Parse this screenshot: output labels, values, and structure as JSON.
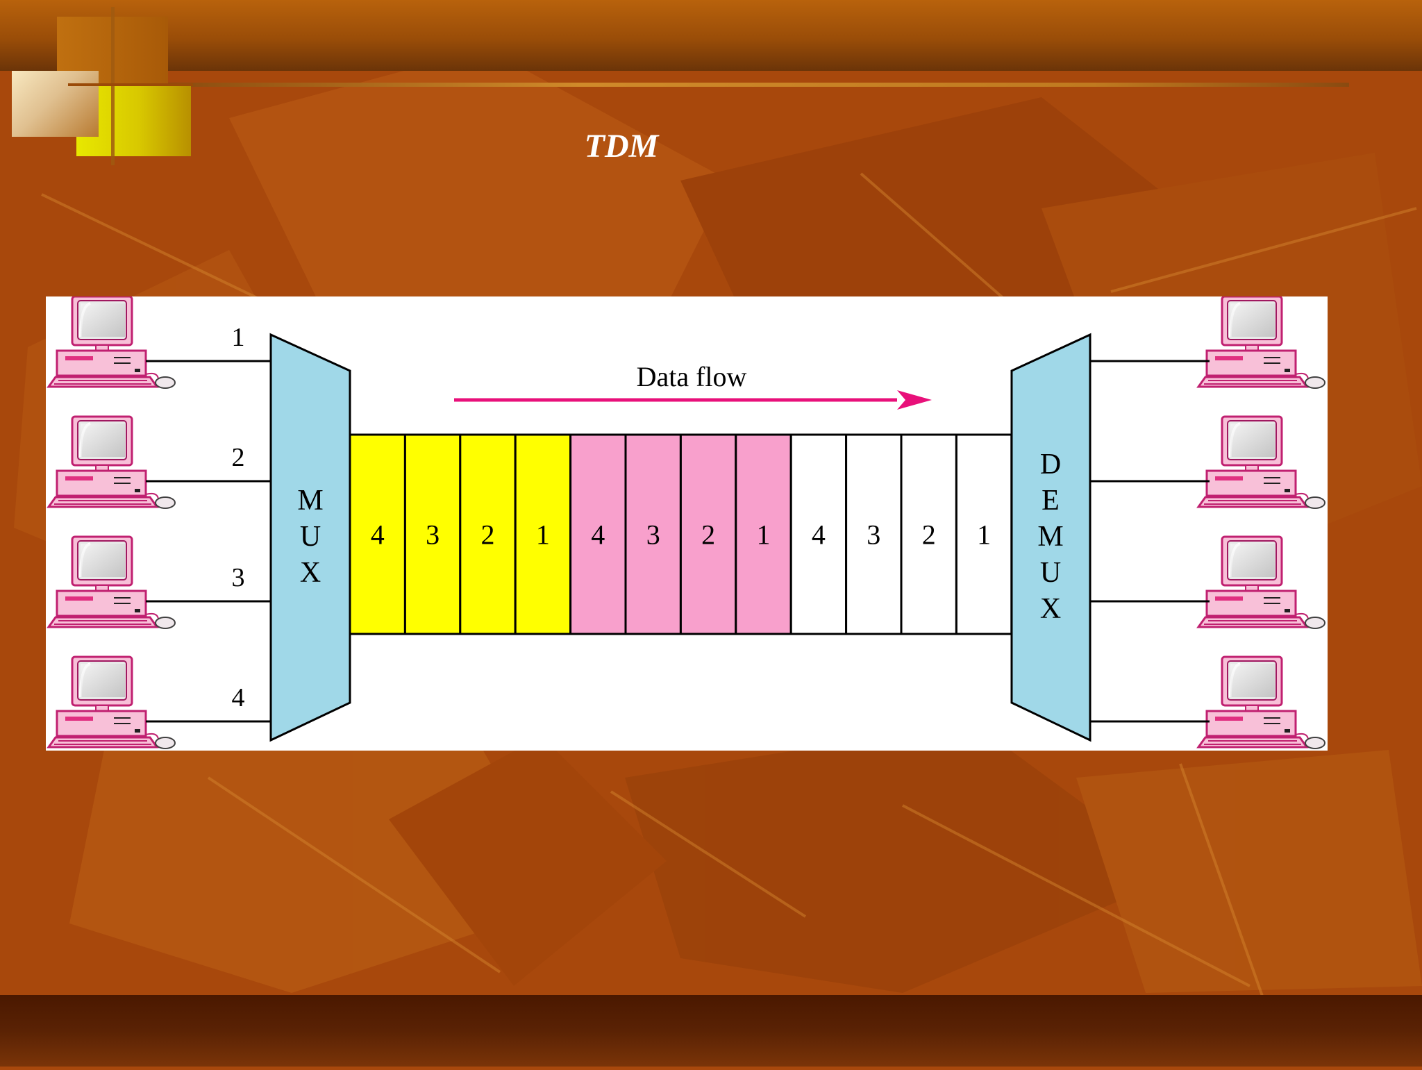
{
  "slide": {
    "title": "TDM"
  },
  "diagram": {
    "mux_label": [
      "M",
      "U",
      "X"
    ],
    "demux_label": [
      "D",
      "E",
      "M",
      "U",
      "X"
    ],
    "line_labels": [
      "1",
      "2",
      "3",
      "4"
    ],
    "flow_label": "Data flow",
    "frames": [
      {
        "color": "#ffff00",
        "slots": [
          "4",
          "3",
          "2",
          "1"
        ]
      },
      {
        "color": "#f8a0cc",
        "slots": [
          "4",
          "3",
          "2",
          "1"
        ]
      },
      {
        "color": "#ffffff",
        "slots": [
          "4",
          "3",
          "2",
          "1"
        ]
      }
    ],
    "colors": {
      "mux_fill": "#a0d8e8",
      "arrow": "#e8107a",
      "computer_case": "#f8c0d8",
      "computer_outline": "#c02070"
    }
  }
}
